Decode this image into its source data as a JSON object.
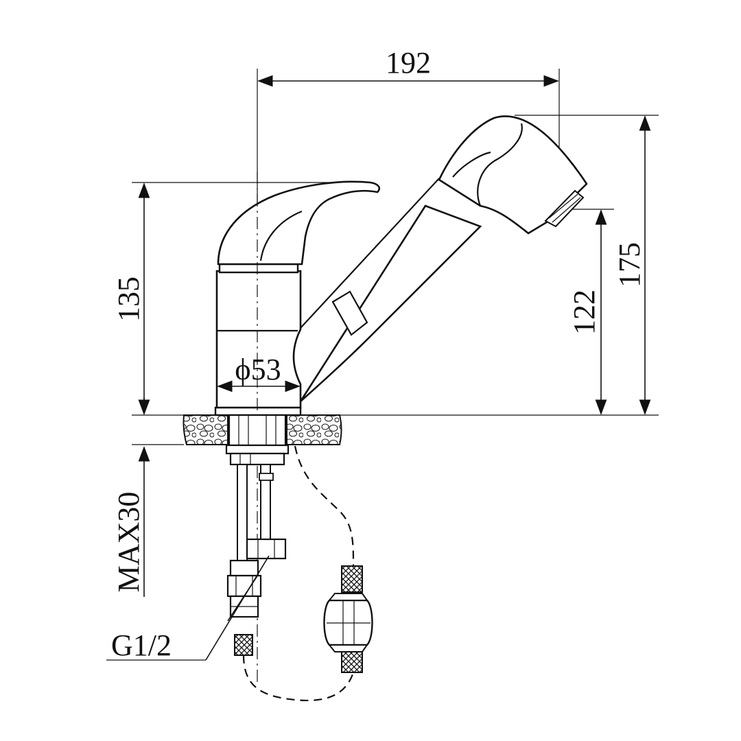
{
  "dimensions": {
    "width_192": "192",
    "height_175": "175",
    "height_135": "135",
    "height_122": "122",
    "diameter": "ϕ53",
    "max_thickness": "MAX30",
    "thread": "G1/2"
  },
  "colors": {
    "ink": "#111111",
    "background": "#ffffff"
  }
}
